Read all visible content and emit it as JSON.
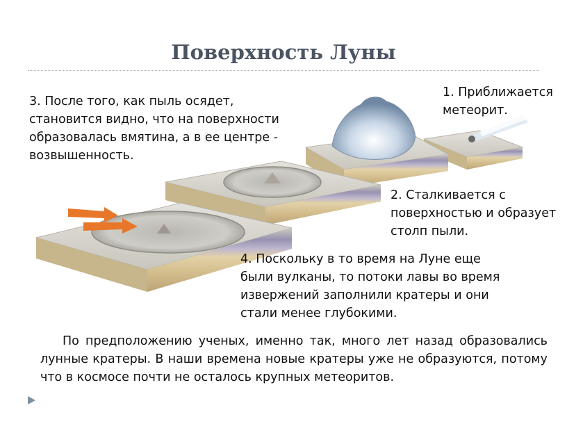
{
  "title": "Поверхность Луны",
  "captions": {
    "step1": "1. Приближается\nметеорит.",
    "step2": "2. Сталкивается с\nповерхностью и образует\nстолп пыли.",
    "step3": "3. После того, как пыль осядет,\nстановится видно, что на поверхности\nобразовалась вмятина, а в ее центре -\nвозвышенность.",
    "step4": "4. Поскольку в то время на Луне еще\nбыли вулканы, то потоки лавы во время\nизвержений заполнили кратеры и они\nстали менее глубокими."
  },
  "paragraph": "По предположению ученых, именно так, много лет назад образовались лунные кратеры. В наши времена новые кратеры уже не образуются, потому что в космосе почти не осталось крупных метеоритов.",
  "colors": {
    "title": "#4a5462",
    "surface_top": "#d9d6cf",
    "layer_purple": "#8f8aa8",
    "layer_sand": "#d8c49a",
    "arrows": "#e8772a"
  },
  "icons": {
    "bullet": "triangle-bullet-icon"
  }
}
